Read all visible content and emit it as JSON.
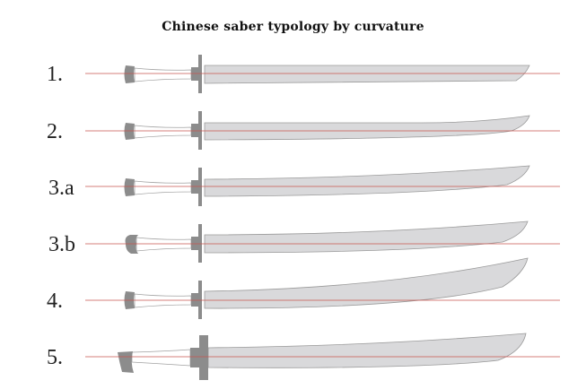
{
  "title": "Chinese saber typology by curvature",
  "rows": [
    {
      "label": "1."
    },
    {
      "label": "2."
    },
    {
      "label": "3.a"
    },
    {
      "label": "3.b"
    },
    {
      "label": "4."
    },
    {
      "label": "5."
    }
  ],
  "colors": {
    "blade": "#d9d9db",
    "blade_stroke": "#9a9a9a",
    "fittings": "#8c8c8c",
    "reference_line": "#c8554f",
    "text": "#222222"
  }
}
